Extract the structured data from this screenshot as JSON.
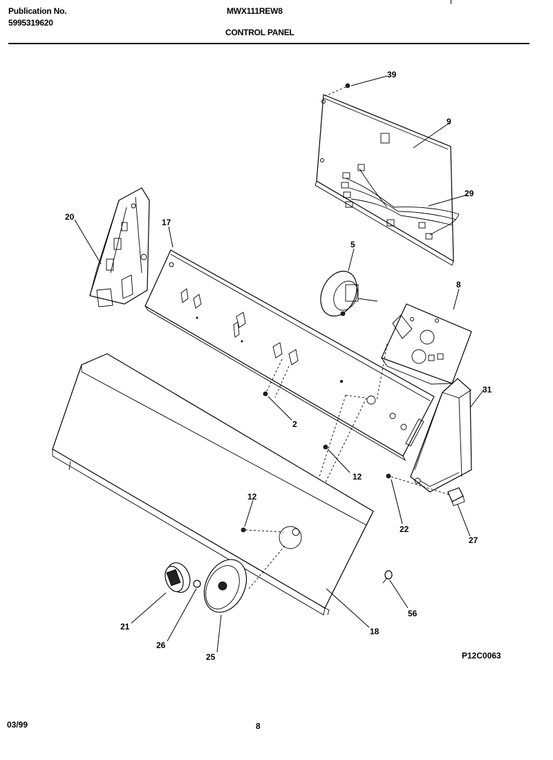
{
  "header": {
    "publication_label": "Publication No.",
    "publication_number": "5995319620",
    "model": "MWX111REW8",
    "section_title": "CONTROL PANEL"
  },
  "footer": {
    "date": "03/99",
    "page": "8"
  },
  "diagram": {
    "drawing_id": "P12C0063",
    "callouts": [
      "39",
      "9",
      "29",
      "20",
      "17",
      "5",
      "8",
      "31",
      "2",
      "12",
      "12",
      "22",
      "27",
      "21",
      "26",
      "25",
      "18",
      "56"
    ]
  }
}
